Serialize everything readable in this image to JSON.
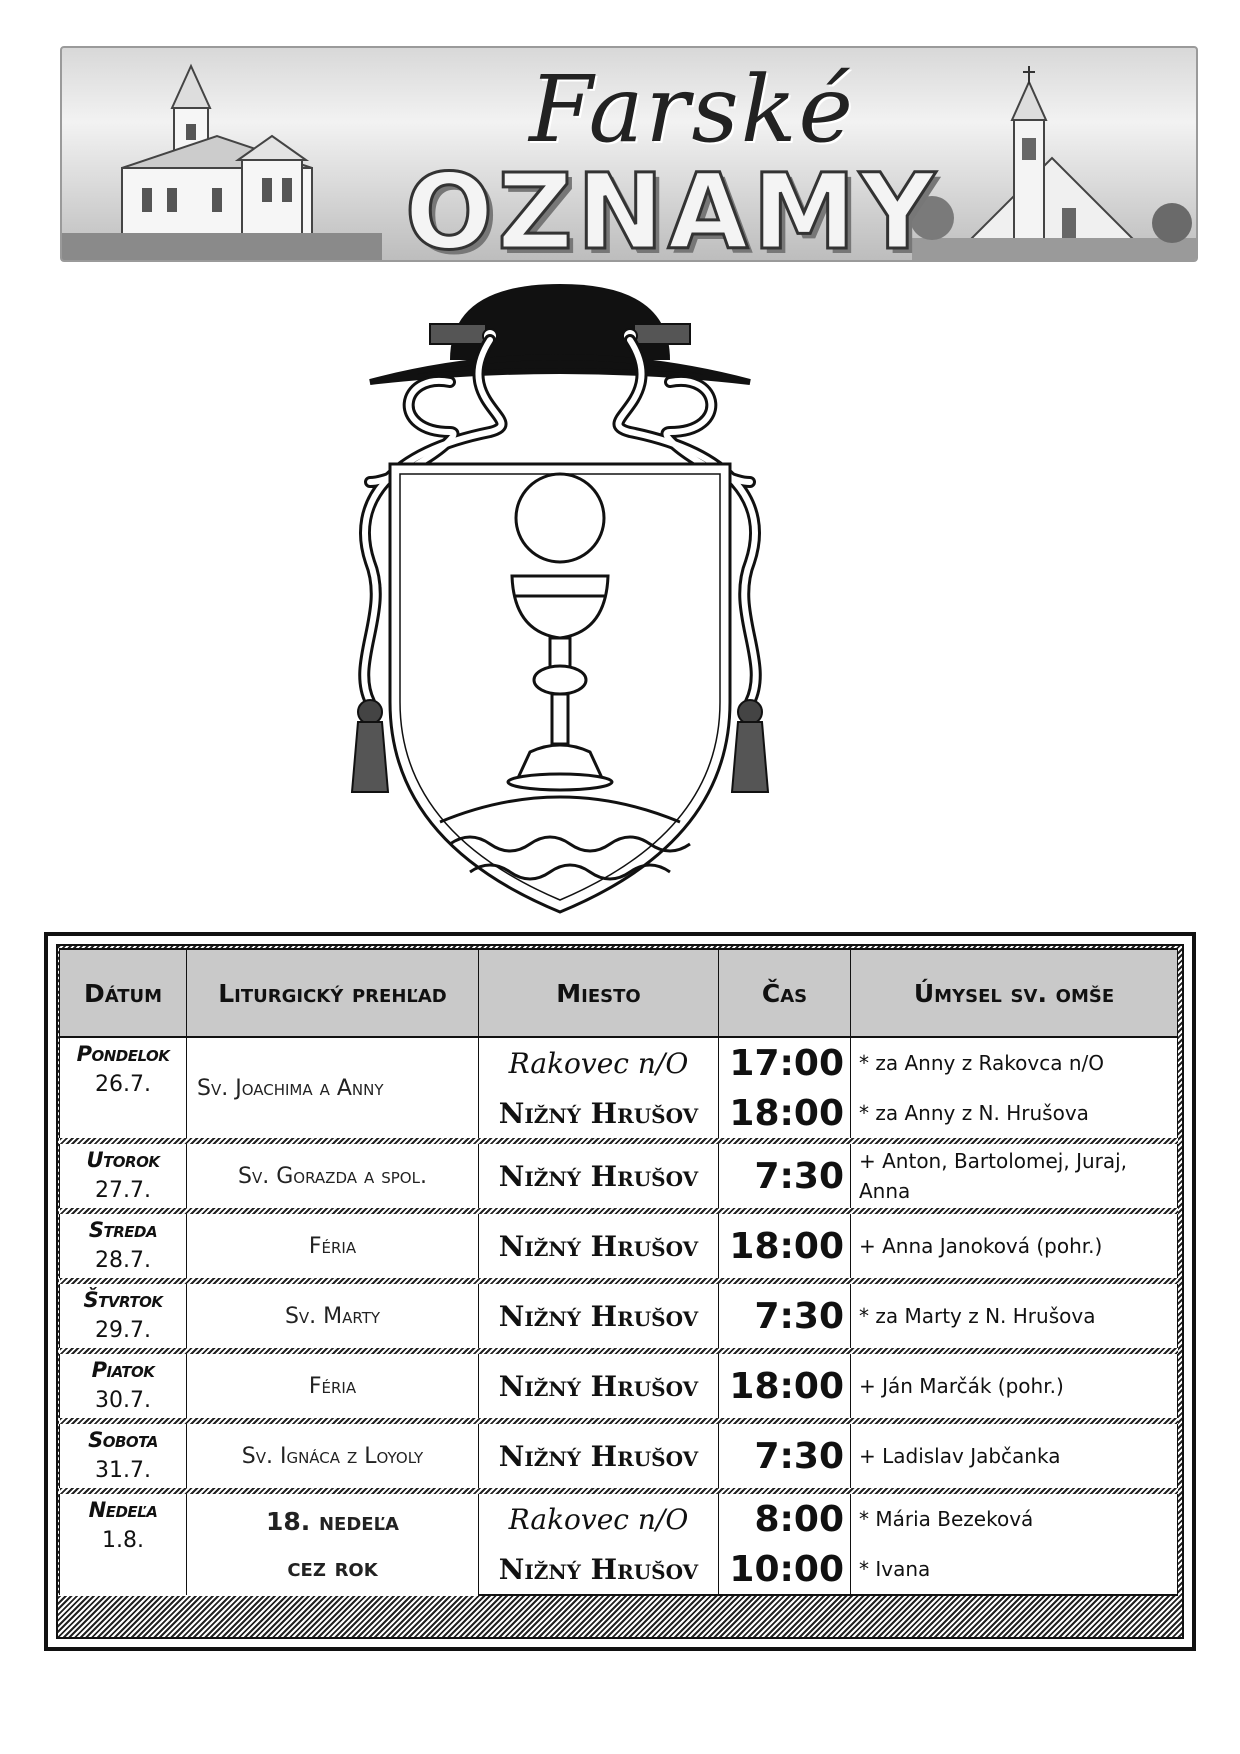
{
  "banner": {
    "title_line1": "Farské",
    "title_line2": "OZNAMY"
  },
  "table": {
    "headers": [
      "Dátum",
      "Liturgický prehľad",
      "Miesto",
      "Čas",
      "Úmysel sv. omše"
    ],
    "days": [
      {
        "name": "Pondelok",
        "date": "26.7.",
        "liturgy": "Sv. Joachima a Anny",
        "masses": [
          {
            "place": "Rakovec n/O",
            "time": "17:00",
            "intention": "* za Anny z Rakovca n/O"
          },
          {
            "place": "Nižný Hrušov",
            "time": "18:00",
            "intention": "* za Anny z N. Hrušova"
          }
        ]
      },
      {
        "name": "Utorok",
        "date": "27.7.",
        "liturgy": "Sv. Gorazda a spol.",
        "masses": [
          {
            "place": "Nižný Hrušov",
            "time": "7:30",
            "intention": "+ Anton, Bartolomej, Juraj, Anna"
          }
        ]
      },
      {
        "name": "Streda",
        "date": "28.7.",
        "liturgy": "Féria",
        "masses": [
          {
            "place": "Nižný Hrušov",
            "time": "18:00",
            "intention": "+ Anna Janoková (pohr.)"
          }
        ]
      },
      {
        "name": "Štvrtok",
        "date": "29.7.",
        "liturgy": "Sv. Marty",
        "masses": [
          {
            "place": "Nižný Hrušov",
            "time": "7:30",
            "intention": "* za Marty z N. Hrušova"
          }
        ]
      },
      {
        "name": "Piatok",
        "date": "30.7.",
        "liturgy": "Féria",
        "masses": [
          {
            "place": "Nižný Hrušov",
            "time": "18:00",
            "intention": "+ Ján Marčák (pohr.)"
          }
        ]
      },
      {
        "name": "Sobota",
        "date": "31.7.",
        "liturgy": "Sv. Ignáca z Loyoly",
        "masses": [
          {
            "place": "Nižný Hrušov",
            "time": "7:30",
            "intention": "+ Ladislav Jabčanka"
          }
        ]
      },
      {
        "name": "Nedeľa",
        "date": "1.8.",
        "liturgy_line1": "18. nedeľa",
        "liturgy_line2": "cez rok",
        "masses": [
          {
            "place": "Rakovec n/O",
            "time": "8:00",
            "intention": "* Mária Bezeková"
          },
          {
            "place": "Nižný Hrušov",
            "time": "10:00",
            "intention": "* Ivana"
          }
        ]
      }
    ]
  }
}
